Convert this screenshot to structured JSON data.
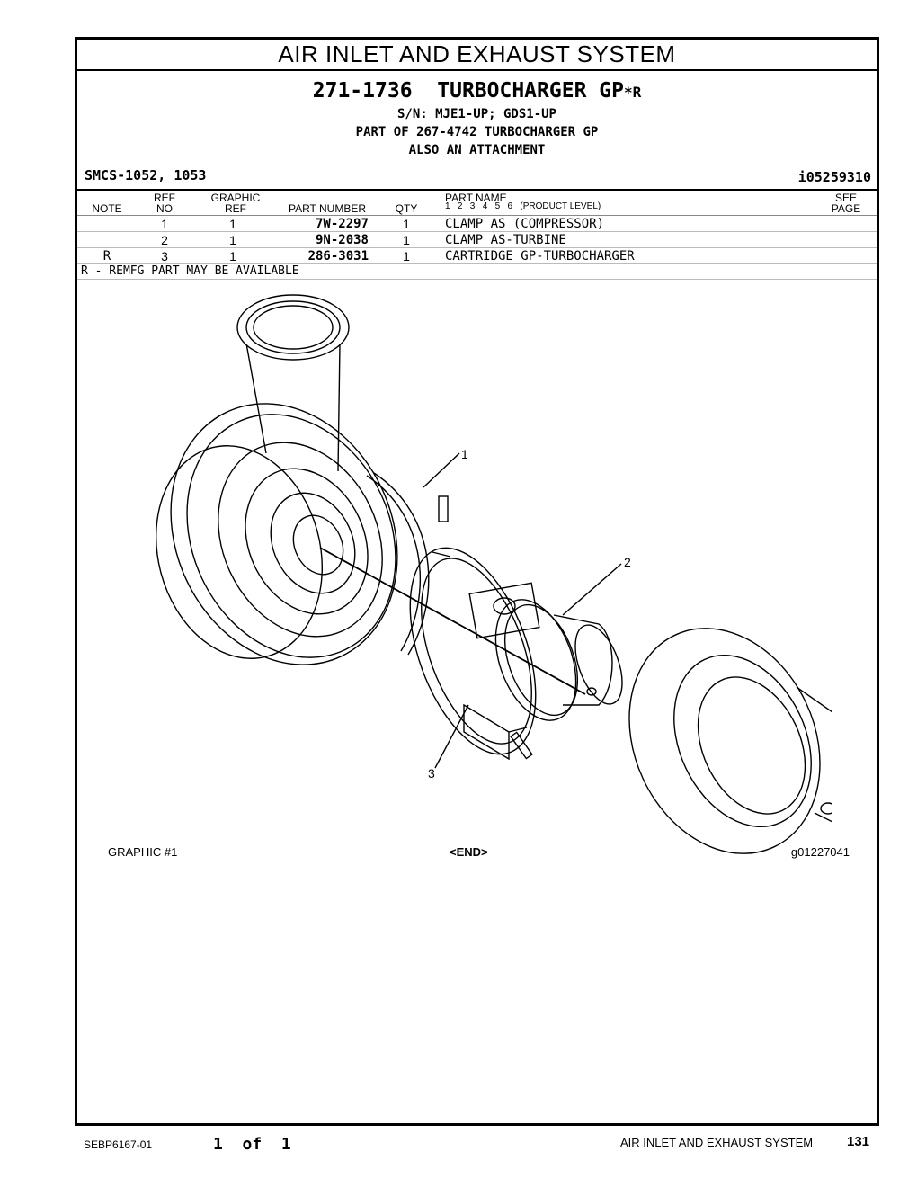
{
  "section_title": "AIR INLET AND EXHAUST SYSTEM",
  "part": {
    "number": "271-1736",
    "name": "TURBOCHARGER GP",
    "suffix": "*R",
    "serial": "S/N: MJE1-UP; GDS1-UP",
    "part_of": "PART OF 267-4742 TURBOCHARGER GP",
    "attachment": "ALSO AN ATTACHMENT"
  },
  "smcs": "SMCS-1052, 1053",
  "illustration_id": "i05259310",
  "table": {
    "headers": {
      "note": "NOTE",
      "ref_top": "REF",
      "ref_bottom": "NO",
      "graphic_top": "GRAPHIC",
      "graphic_bottom": "REF",
      "part_number": "PART NUMBER",
      "qty": "QTY",
      "part_name": "PART NAME",
      "product_levels": "1   2   3   4   5   6   (PRODUCT LEVEL)",
      "see_top": "SEE",
      "see_bottom": "PAGE"
    },
    "rows": [
      {
        "note": "",
        "ref": "1",
        "graphic": "1",
        "part_number": "7W-2297",
        "qty": "1",
        "name": "CLAMP AS (COMPRESSOR)"
      },
      {
        "note": "",
        "ref": "2",
        "graphic": "1",
        "part_number": "9N-2038",
        "qty": "1",
        "name": "CLAMP AS-TURBINE"
      },
      {
        "note": "R",
        "ref": "3",
        "graphic": "1",
        "part_number": "286-3031",
        "qty": "1",
        "name": "CARTRIDGE GP-TURBOCHARGER"
      }
    ]
  },
  "note_text": "R - REMFG PART MAY BE AVAILABLE",
  "callouts": [
    "1",
    "2",
    "3"
  ],
  "graphic_caption": {
    "left": "GRAPHIC #1",
    "center": "<END>",
    "right": "g01227041"
  },
  "footer": {
    "doc_id": "SEBP6167-01",
    "page_of": "1  of  1",
    "section": "AIR INLET AND EXHAUST SYSTEM",
    "page_number": "131"
  }
}
